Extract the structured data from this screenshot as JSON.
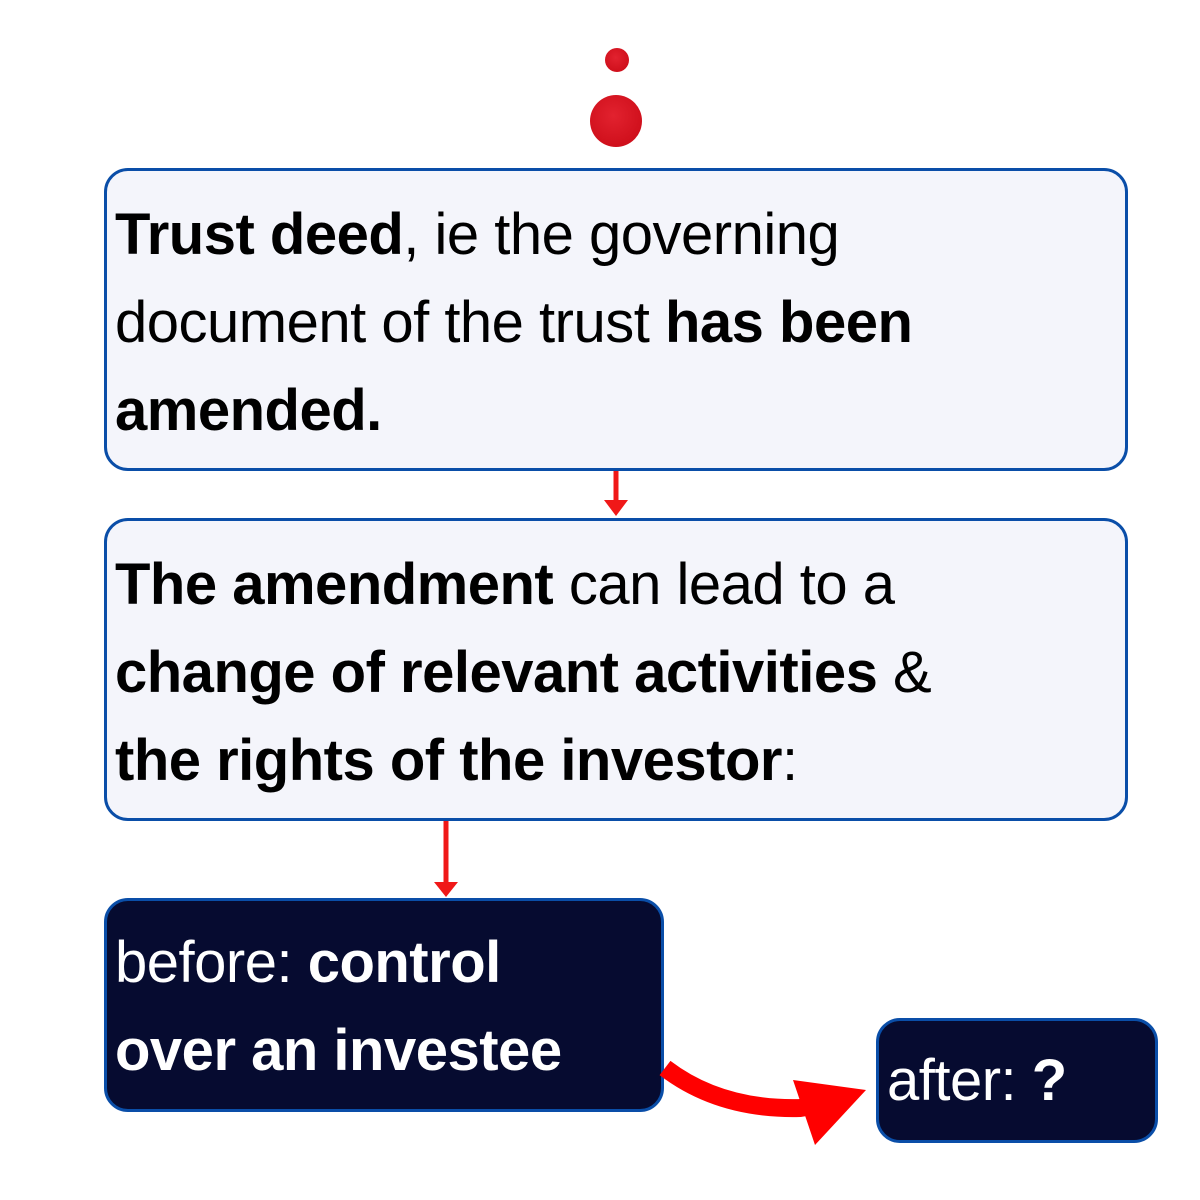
{
  "colors": {
    "box_border": "#0a4ea8",
    "light_box_fill": "#f4f5fb",
    "dark_box_fill": "#060b30",
    "arrow": "#f01818",
    "dot": "#d8141f"
  },
  "decoration": {
    "icon": "red-dots-icon"
  },
  "box1": {
    "line1_bold": "Trust deed",
    "line1_normal": ", ie the governing",
    "line2_normal": "document of the trust ",
    "line2_bold": "has been",
    "line3_bold": "amended."
  },
  "box2": {
    "line1_bold": "The amendment",
    "line1_normal": " can lead to a",
    "line2_bold": "change of relevant activities",
    "line2_normal": " &",
    "line3_bold": "the rights of the investor",
    "line3_normal": ":"
  },
  "box_before": {
    "label": "before: ",
    "line1_bold": "control",
    "line2_bold": "over an investee"
  },
  "box_after": {
    "label": "after: ",
    "value": "?"
  }
}
